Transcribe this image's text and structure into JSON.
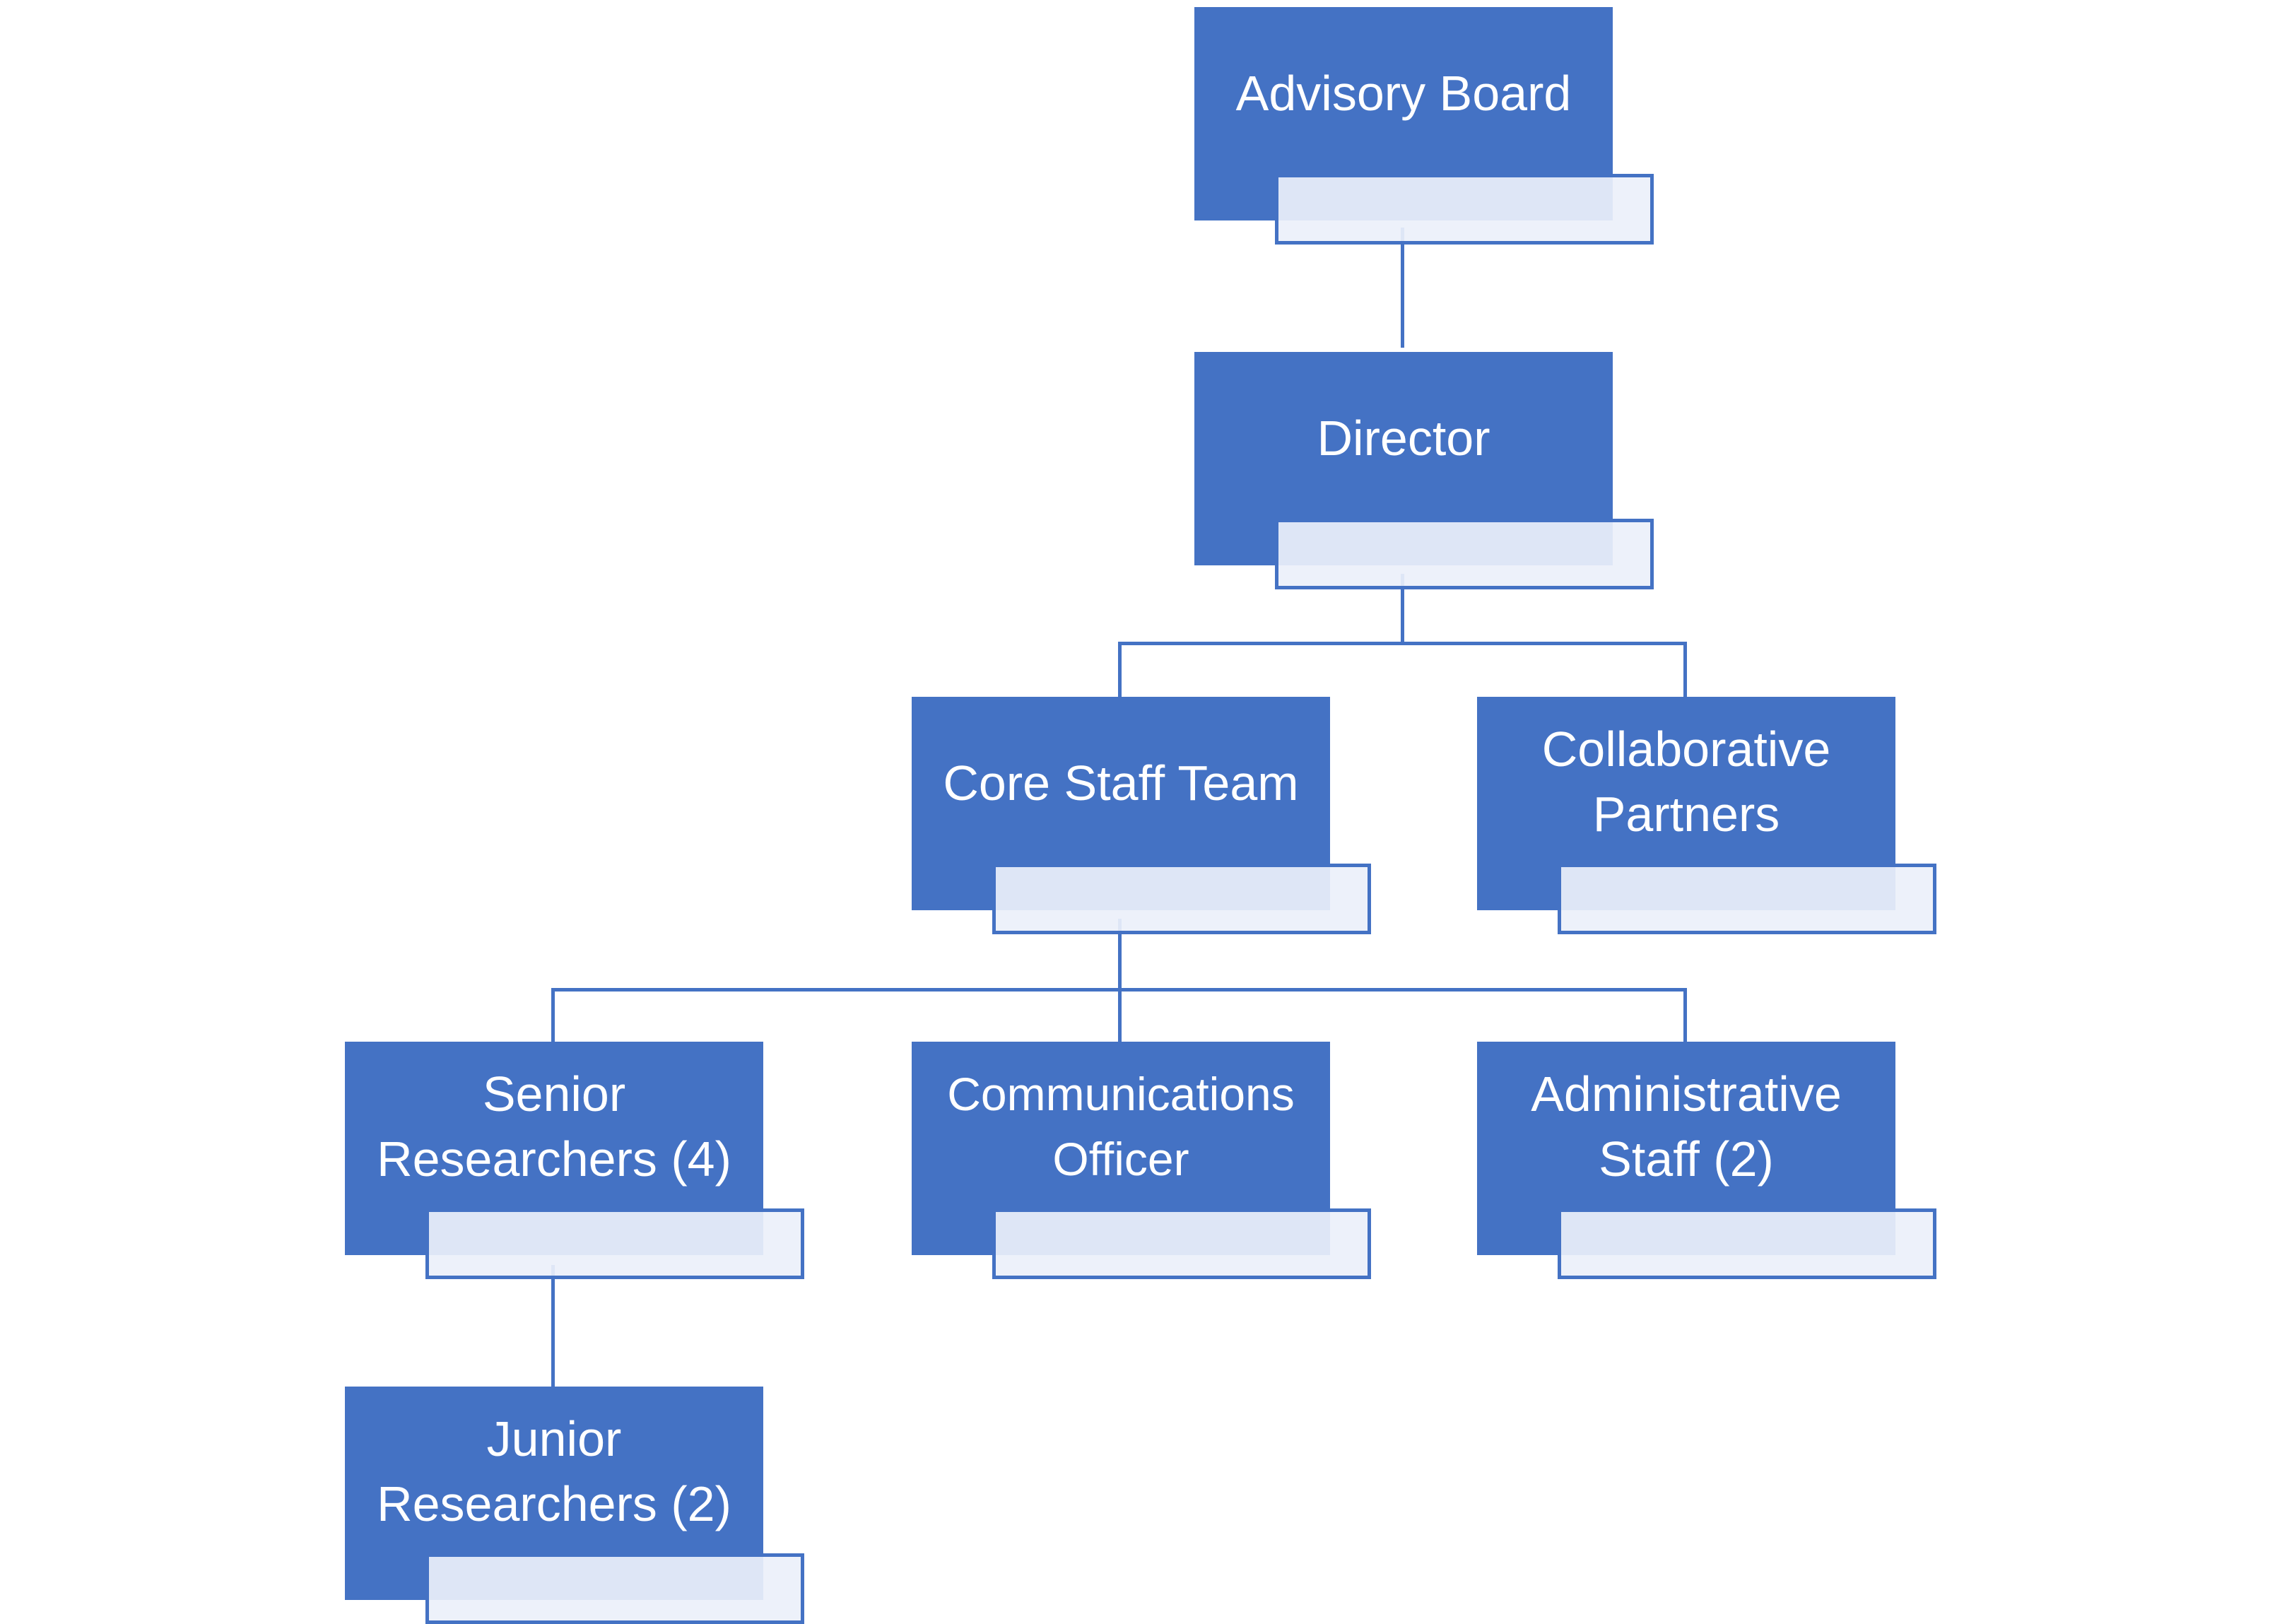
{
  "colors": {
    "node_fill": "#4472c4",
    "node_text": "#ffffff",
    "tag_fill": "#ecf0fa",
    "connector": "#4472c4"
  },
  "nodes": {
    "advisory_board": {
      "label": "Advisory Board",
      "tag": ""
    },
    "director": {
      "label": "Director",
      "tag": ""
    },
    "core_staff_team": {
      "label": "Core Staff Team",
      "tag": ""
    },
    "collaborative_partners": {
      "label": "Collaborative Partners",
      "tag": ""
    },
    "senior_researchers": {
      "label": "Senior Researchers (4)",
      "tag": ""
    },
    "communications_officer": {
      "label": "Communications Officer",
      "tag": ""
    },
    "administrative_staff": {
      "label": "Administrative Staff (2)",
      "tag": ""
    },
    "junior_researchers": {
      "label": "Junior Researchers (2)",
      "tag": ""
    }
  },
  "edges": [
    {
      "from": "Advisory Board",
      "to": "Director"
    },
    {
      "from": "Director",
      "to": "Core Staff Team"
    },
    {
      "from": "Director",
      "to": "Collaborative Partners"
    },
    {
      "from": "Core Staff Team",
      "to": "Senior Researchers (4)"
    },
    {
      "from": "Core Staff Team",
      "to": "Communications Officer"
    },
    {
      "from": "Core Staff Team",
      "to": "Administrative Staff (2)"
    },
    {
      "from": "Senior Researchers (4)",
      "to": "Junior Researchers (2)"
    }
  ]
}
